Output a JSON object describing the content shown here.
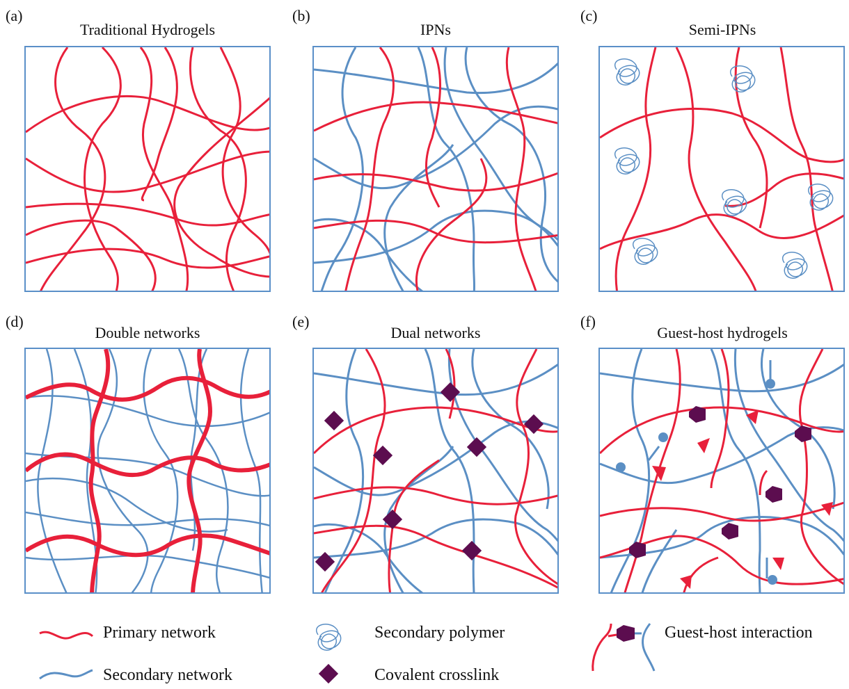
{
  "colors": {
    "primary": "#e8203a",
    "secondary": "#5b8fc4",
    "crosslink": "#5c0d4f",
    "frame": "#5a8fc8"
  },
  "panels": [
    {
      "letter": "(a)",
      "title": "Traditional Hydrogels"
    },
    {
      "letter": "(b)",
      "title": "IPNs"
    },
    {
      "letter": "(c)",
      "title": "Semi-IPNs"
    },
    {
      "letter": "(d)",
      "title": "Double networks"
    },
    {
      "letter": "(e)",
      "title": "Dual networks"
    },
    {
      "letter": "(f)",
      "title": "Guest-host hydrogels"
    }
  ],
  "legend": {
    "primary_network": "Primary network",
    "secondary_network": "Secondary network",
    "secondary_polymer": "Secondary polymer",
    "covalent_crosslink": "Covalent crosslink",
    "guest_host_interaction": "Guest-host interaction"
  }
}
